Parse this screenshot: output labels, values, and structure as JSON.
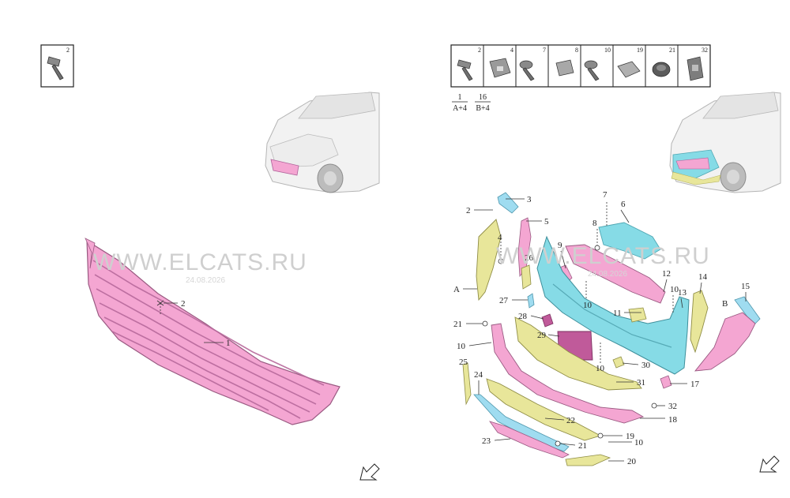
{
  "watermark": {
    "text": "WWW.ELCATS.RU",
    "date": "24.08.2026"
  },
  "left_panel": {
    "hardware": [
      {
        "number": "2",
        "icon": "bolt-icon"
      }
    ],
    "callouts": [
      {
        "number": "2"
      },
      {
        "number": "1"
      }
    ],
    "colors": {
      "grille": "#f4a6d2",
      "outline": "#9a5a82"
    }
  },
  "right_panel": {
    "hardware": [
      {
        "number": "2",
        "icon": "bolt-icon"
      },
      {
        "number": "4",
        "icon": "clip-icon"
      },
      {
        "number": "7",
        "icon": "screw-icon"
      },
      {
        "number": "8",
        "icon": "pad-icon"
      },
      {
        "number": "10",
        "icon": "screw-icon"
      },
      {
        "number": "19",
        "icon": "clip-icon"
      },
      {
        "number": "21",
        "icon": "nut-icon"
      },
      {
        "number": "32",
        "icon": "bracket-icon"
      }
    ],
    "quantities": [
      {
        "top": "1",
        "bottom": "A+4"
      },
      {
        "top": "16",
        "bottom": "B+4"
      }
    ],
    "callouts": {
      "c2": "2",
      "c3": "3",
      "c4": "4",
      "c5": "5",
      "c6": "6",
      "c7": "7",
      "c8": "8",
      "c9": "9",
      "c10a": "10",
      "c10b": "10",
      "c10c": "10",
      "c10d": "10",
      "c10e": "10",
      "c11": "11",
      "c12": "12",
      "c13": "13",
      "c14": "14",
      "c15": "15",
      "c17": "17",
      "c18": "18",
      "c19": "19",
      "c20": "20",
      "c21a": "21",
      "c21b": "21",
      "c22": "22",
      "c23": "23",
      "c24": "24",
      "c25": "25",
      "c26": "26",
      "c27": "27",
      "c28": "28",
      "c29": "29",
      "c30": "30",
      "c31": "31",
      "c32": "32",
      "cA": "A",
      "cB": "B"
    },
    "colors": {
      "bumper": "#86dbe6",
      "yellow": "#e8e69a",
      "pink": "#f4a6d2",
      "purple": "#c05a9a",
      "blue_strip": "#9fdcf0",
      "outline": "#555555"
    }
  }
}
